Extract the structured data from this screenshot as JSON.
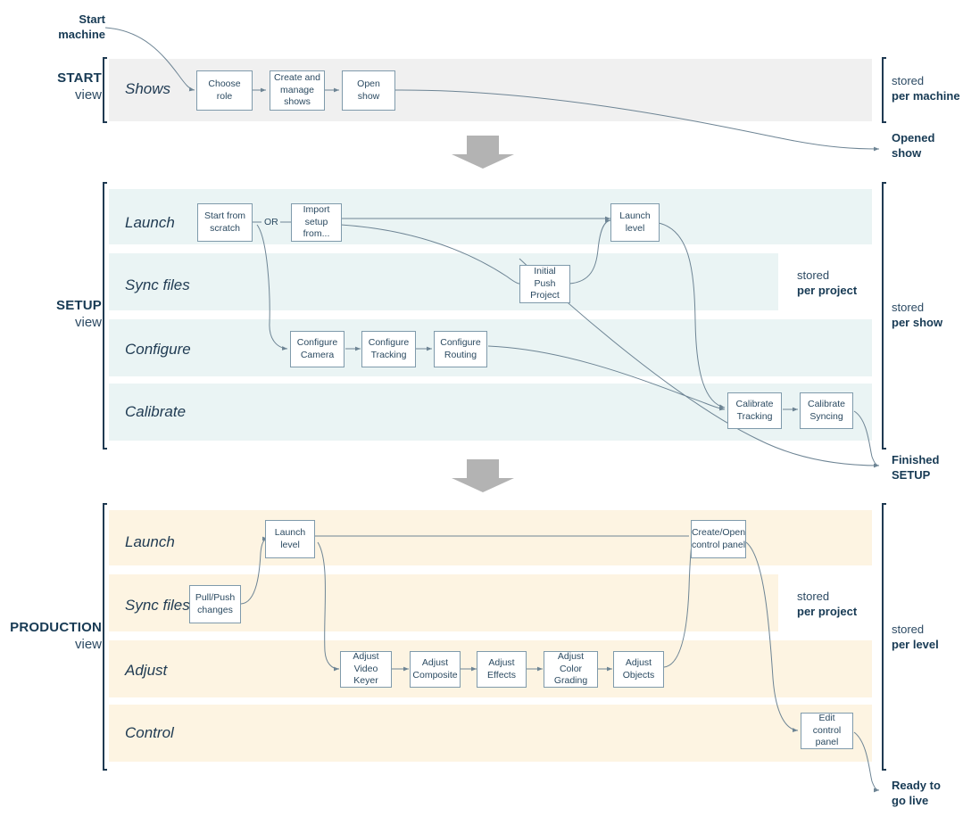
{
  "diagram": {
    "title": "Show production workflow phases",
    "colors": {
      "ink": "#1f3a52",
      "box_border": "#7f9aab",
      "wire": "#6d8494",
      "start_band": "#f0f0f0",
      "setup_band": "#eaf4f4",
      "production_band": "#fdf4e2",
      "arrow_gray": "#b3b3b3"
    }
  },
  "entry_note": {
    "line1": "Start",
    "line2": "machine"
  },
  "phases": [
    {
      "key": "start",
      "name": "START",
      "sub": "view",
      "lanes": [
        {
          "title": "Shows",
          "steps": [
            {
              "label": "Choose role"
            },
            {
              "label": "Create and manage shows"
            },
            {
              "label": "Open show"
            }
          ]
        }
      ],
      "storage": {
        "line1": "stored",
        "line2": "per machine"
      },
      "exit": {
        "line1": "Opened",
        "line2": "show"
      }
    },
    {
      "key": "setup",
      "name": "SETUP",
      "sub": "view",
      "lanes": [
        {
          "title": "Launch",
          "steps": [
            {
              "label": "Start from scratch"
            },
            {
              "label": "Import setup from..."
            },
            {
              "label": "Launch level"
            }
          ]
        },
        {
          "title": "Sync files",
          "steps": [
            {
              "label": "Initial Push Project"
            }
          ]
        },
        {
          "title": "Configure",
          "steps": [
            {
              "label": "Configure Camera"
            },
            {
              "label": "Configure Tracking"
            },
            {
              "label": "Configure Routing"
            }
          ]
        },
        {
          "title": "Calibrate",
          "steps": [
            {
              "label": "Calibrate Tracking"
            },
            {
              "label": "Calibrate Syncing"
            }
          ]
        }
      ],
      "or_label": "OR",
      "storage_inner": {
        "line1": "stored",
        "line2": "per project"
      },
      "storage_outer": {
        "line1": "stored",
        "line2": "per show"
      },
      "exit": {
        "line1": "Finished",
        "line2": "SETUP"
      }
    },
    {
      "key": "production",
      "name": "PRODUCTION",
      "sub": "view",
      "lanes": [
        {
          "title": "Launch",
          "steps": [
            {
              "label": "Launch level"
            },
            {
              "label": "Create/Open control panel"
            }
          ]
        },
        {
          "title": "Sync files",
          "steps": [
            {
              "label": "Pull/Push changes"
            }
          ]
        },
        {
          "title": "Adjust",
          "steps": [
            {
              "label": "Adjust Video Keyer"
            },
            {
              "label": "Adjust Composite"
            },
            {
              "label": "Adjust Effects"
            },
            {
              "label": "Adjust Color Grading"
            },
            {
              "label": "Adjust Objects"
            }
          ]
        },
        {
          "title": "Control",
          "steps": [
            {
              "label": "Edit control panel"
            }
          ]
        }
      ],
      "storage_inner": {
        "line1": "stored",
        "line2": "per project"
      },
      "storage_outer": {
        "line1": "stored",
        "line2": "per level"
      },
      "exit": {
        "line1": "Ready to",
        "line2": "go live"
      }
    }
  ]
}
